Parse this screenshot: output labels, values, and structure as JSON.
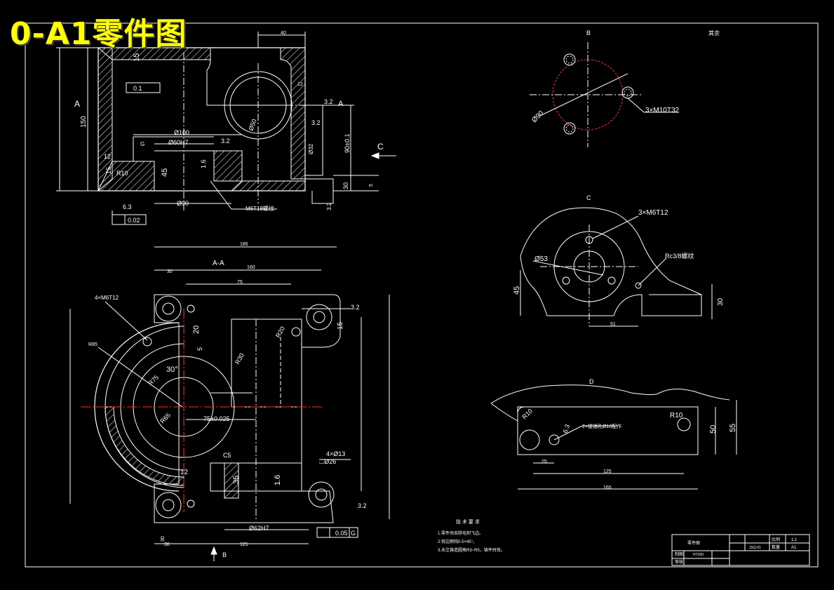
{
  "banner": {
    "title": "0-A1零件图"
  },
  "colors": {
    "background": "#000000",
    "line": "#ffffff",
    "center_line": "#ff2a2a",
    "banner": "#ffff00"
  },
  "views": {
    "top_left": {
      "dims": [
        "40",
        "15",
        "0.1",
        "12",
        "3.2",
        "A",
        "A",
        "150",
        "Ø50",
        "3.2",
        "Ø32",
        "90±0.1",
        "Ø100",
        "Ø60H7",
        "3.2",
        "C",
        "12",
        "R10",
        "15",
        "45",
        "1.6",
        "30",
        "5",
        "6.3",
        "Ø90",
        "M6T18螺纹",
        "0.02",
        "3.2",
        "G"
      ]
    },
    "section_AA": {
      "label": "A-A",
      "dims": [
        "185",
        "30",
        "160",
        "75",
        "4×M6T12",
        "3.2",
        "R85",
        "20",
        "R20",
        "15",
        "30°",
        "R75",
        "5",
        "R30",
        "R65",
        "75±0.025",
        "12",
        "C5",
        "35",
        "4×Ø13",
        "⌴Ø26",
        "1.6",
        "3.2",
        "Ø62H7",
        "30",
        "125",
        "30",
        "B",
        "0.05",
        "G"
      ]
    },
    "view_B": {
      "label": "B",
      "dims": [
        "Ø90",
        "3×M10T32"
      ]
    },
    "view_C": {
      "label": "C",
      "dims": [
        "3×M6T12",
        "Ø53",
        "Rc3/8螺纹",
        "45",
        "30",
        "51"
      ]
    },
    "view_D": {
      "label": "D",
      "dims": [
        "R10",
        "R10",
        "6.3",
        "2×锥销孔Ø10配作",
        "50",
        "55",
        "25",
        "125",
        "165"
      ]
    },
    "surface_note": "其余",
    "tech_req": {
      "title": "技 术 要 求",
      "items": [
        "1.零件须去除毛刺飞边。",
        "2.锐边倒钝0.5×45°。",
        "3.未注铸造圆角R3~R5，铸件时效。"
      ]
    },
    "title_block": {
      "part_name": "零件图",
      "material": "HT200",
      "scale_label": "比例",
      "scale": "1:1",
      "qty_label": "数量",
      "drawn": "制图",
      "checked": "审核",
      "sheet": "A1",
      "drawing_no": "JSQ-01"
    }
  }
}
